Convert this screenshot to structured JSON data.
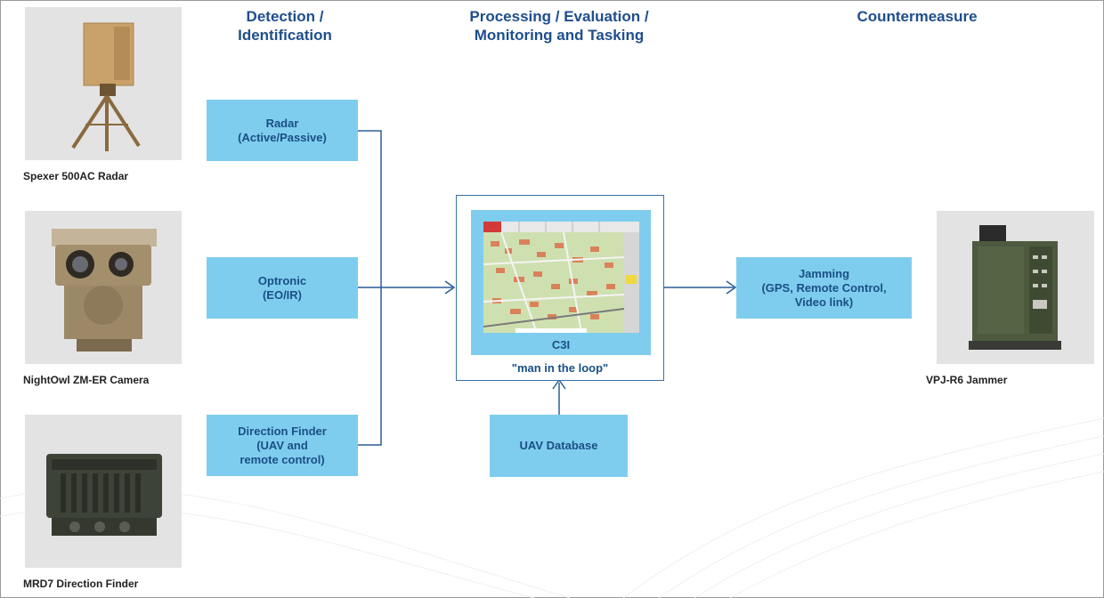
{
  "headings": {
    "detection": [
      "Detection /",
      "Identification"
    ],
    "processing": [
      "Processing / Evaluation /",
      "Monitoring and Tasking"
    ],
    "countermeasure": "Countermeasure"
  },
  "sensors": [
    {
      "caption": "Spexer 500AC Radar",
      "box": [
        "Radar",
        "(Active/Passive)"
      ]
    },
    {
      "caption": "NightOwl ZM-ER Camera",
      "box": [
        "Optronic",
        "(EO/IR)"
      ]
    },
    {
      "caption": "MRD7 Direction Finder",
      "box": [
        "Direction Finder",
        "(UAV and",
        "remote control)"
      ]
    }
  ],
  "c3i": {
    "label": "C3I",
    "loop": "\"man in the loop\""
  },
  "database": "UAV Database",
  "jamming": [
    "Jamming",
    "(GPS, Remote Control,",
    "Video link)"
  ],
  "jammer_caption": "VPJ-R6 Jammer",
  "colors": {
    "heading": "#1f4e8c",
    "box_fill": "#7fcdee",
    "box_text": "#1a4f86",
    "line": "#2a5d9a"
  }
}
